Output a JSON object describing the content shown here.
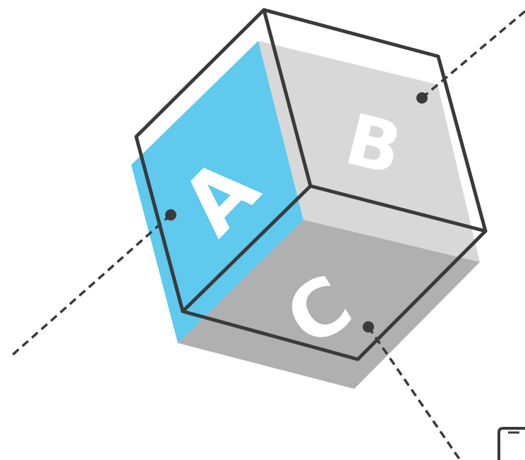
{
  "faces": {
    "a": {
      "label": "A",
      "color": "#5FC9EE"
    },
    "b": {
      "label": "B",
      "color": "#D9D8D9"
    },
    "c": {
      "label": "C",
      "color": "#B0B0B0"
    }
  },
  "outline_color": "#3A3A3C",
  "leader_color": "#3A3A3C"
}
